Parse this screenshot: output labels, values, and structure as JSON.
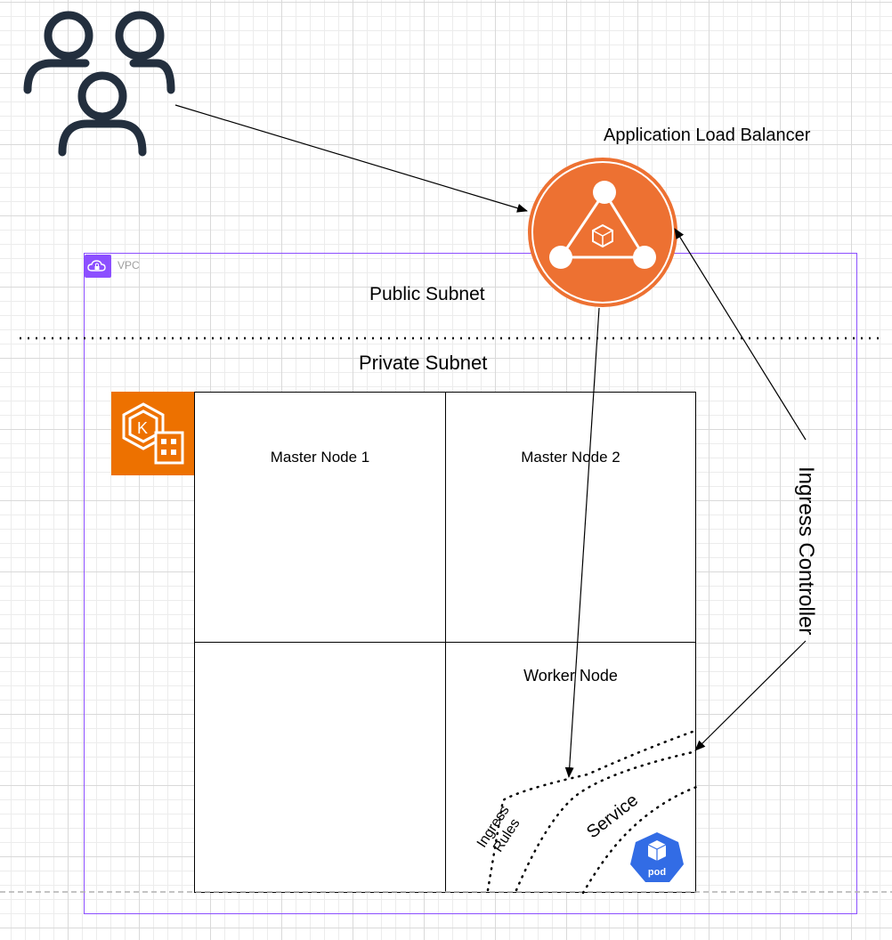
{
  "users": {
    "icon": "users-group-icon"
  },
  "alb": {
    "label": "Application Load Balancer",
    "icon": "load-balancer-icon",
    "color": "#ed7132"
  },
  "vpc": {
    "label": "VPC",
    "icon": "vpc-cloud-lock-icon",
    "color": "#8c4fff"
  },
  "subnets": {
    "public": "Public Subnet",
    "private": "Private Subnet"
  },
  "eks": {
    "icon": "eks-kubernetes-icon",
    "color": "#ed7100"
  },
  "nodes": {
    "master1": "Master Node 1",
    "master2": "Master Node 2",
    "worker": "Worker Node"
  },
  "ingress_controller": "Ingress Controller",
  "ingress_rules": {
    "line1": "Ingress",
    "line2": "Rules"
  },
  "service": "Service",
  "pod": {
    "label": "pod",
    "icon": "kubernetes-pod-icon",
    "color": "#326ce5"
  }
}
